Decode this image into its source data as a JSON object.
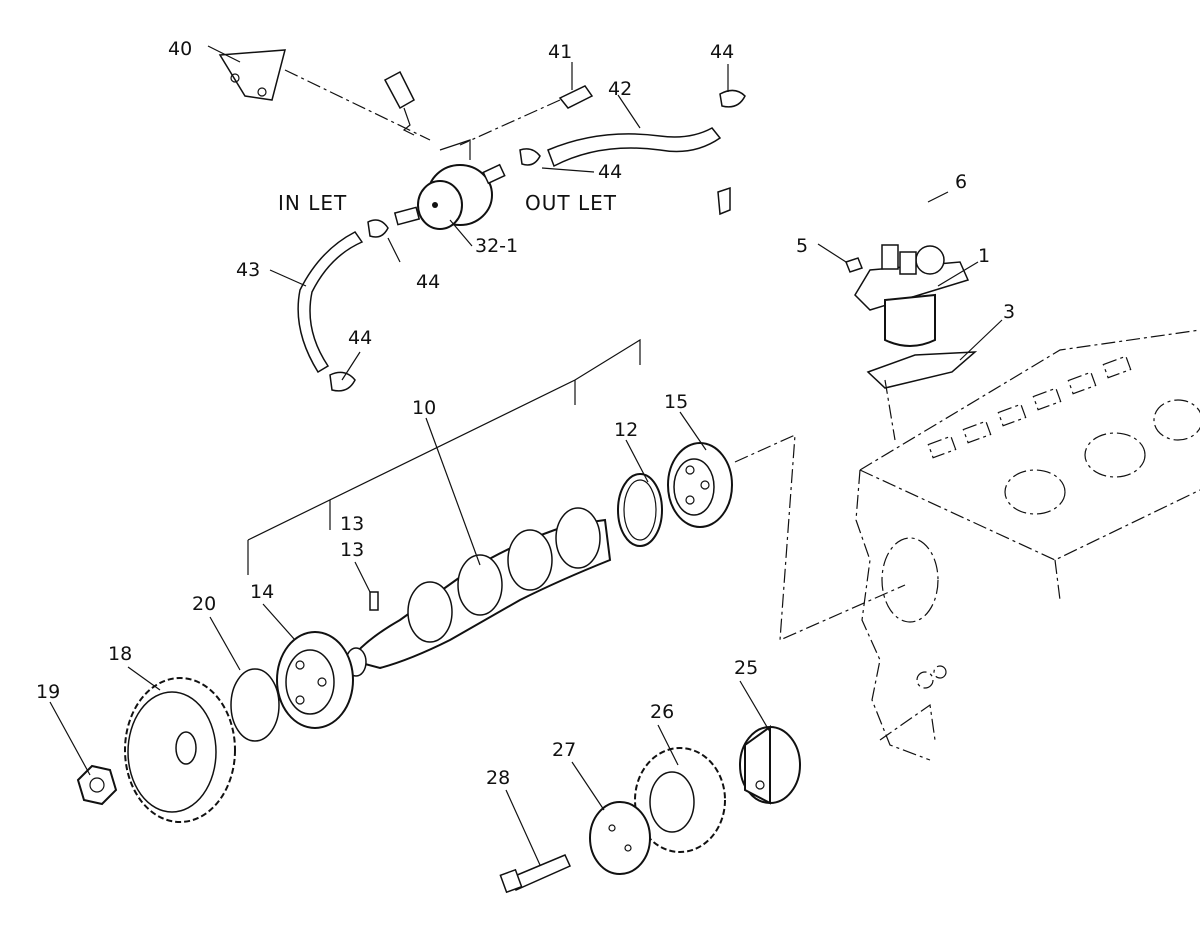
{
  "flow_labels": {
    "inlet": "IN LET",
    "outlet": "OUT LET"
  },
  "callouts": {
    "c40": "40",
    "c41": "41",
    "c42": "42",
    "c44a": "44",
    "c44b": "44",
    "c44c": "44",
    "c44d": "44",
    "c32_1": "32-1",
    "c43": "43",
    "c6": "6",
    "c5": "5",
    "c1": "1",
    "c3": "3",
    "c10": "10",
    "c12": "12",
    "c15": "15",
    "c13a": "13",
    "c13b": "13",
    "c14": "14",
    "c20": "20",
    "c18": "18",
    "c19": "19",
    "c25": "25",
    "c26": "26",
    "c27": "27",
    "c28": "28"
  }
}
